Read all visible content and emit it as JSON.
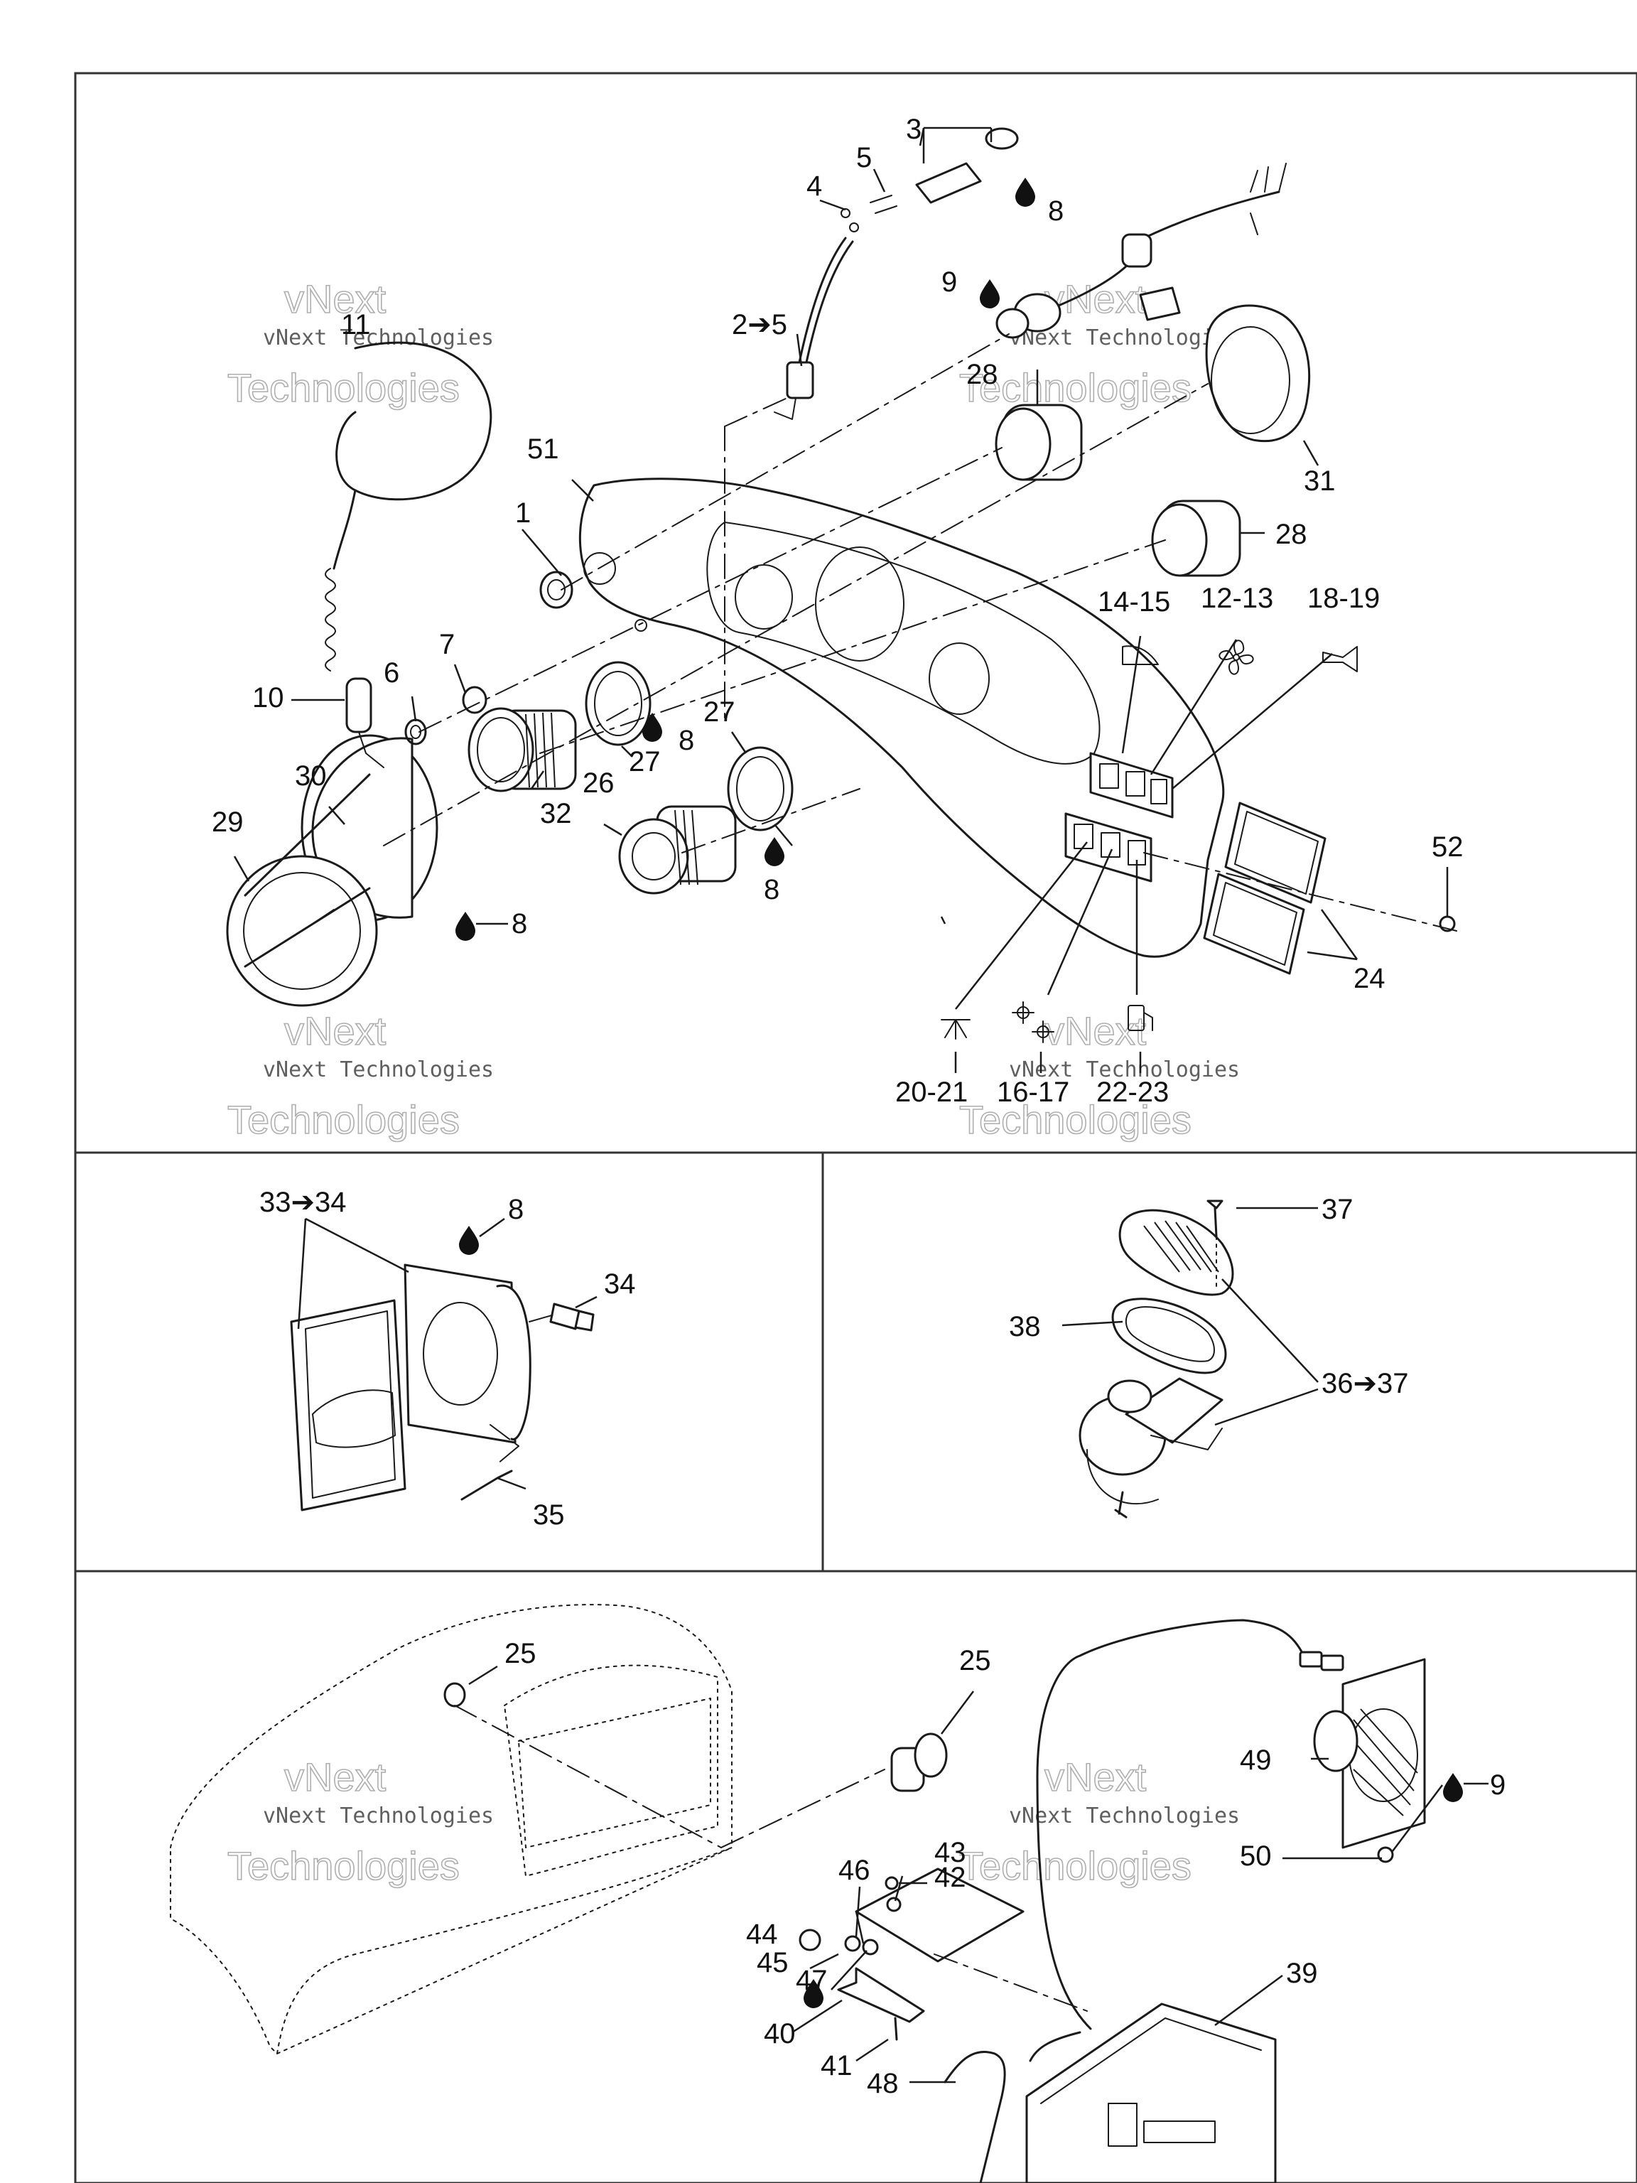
{
  "panels": {
    "instrument_console": {
      "callouts": [
        {
          "id": "c1",
          "text": "1"
        },
        {
          "id": "c2to5",
          "text": "2➔5"
        },
        {
          "id": "c3",
          "text": "3"
        },
        {
          "id": "c4",
          "text": "4"
        },
        {
          "id": "c5",
          "text": "5"
        },
        {
          "id": "c6",
          "text": "6"
        },
        {
          "id": "c7",
          "text": "7"
        },
        {
          "id": "c8a",
          "text": "8"
        },
        {
          "id": "c8b",
          "text": "8"
        },
        {
          "id": "c8c",
          "text": "8"
        },
        {
          "id": "c8d",
          "text": "8"
        },
        {
          "id": "c9",
          "text": "9"
        },
        {
          "id": "c10",
          "text": "10"
        },
        {
          "id": "c11",
          "text": "11"
        },
        {
          "id": "c1213",
          "text": "12-13"
        },
        {
          "id": "c1415",
          "text": "14-15"
        },
        {
          "id": "c1617",
          "text": "16-17"
        },
        {
          "id": "c1819",
          "text": "18-19"
        },
        {
          "id": "c2021",
          "text": "20-21"
        },
        {
          "id": "c2223",
          "text": "22-23"
        },
        {
          "id": "c24",
          "text": "24"
        },
        {
          "id": "c26",
          "text": "26"
        },
        {
          "id": "c27a",
          "text": "27"
        },
        {
          "id": "c27b",
          "text": "27"
        },
        {
          "id": "c28a",
          "text": "28"
        },
        {
          "id": "c28b",
          "text": "28"
        },
        {
          "id": "c29",
          "text": "29"
        },
        {
          "id": "c30",
          "text": "30"
        },
        {
          "id": "c31",
          "text": "31"
        },
        {
          "id": "c32",
          "text": "32"
        },
        {
          "id": "c51",
          "text": "51"
        },
        {
          "id": "c52",
          "text": "52"
        }
      ]
    },
    "vent": {
      "callouts": [
        {
          "id": "v3334",
          "text": "33➔34"
        },
        {
          "id": "v8",
          "text": "8"
        },
        {
          "id": "v34",
          "text": "34"
        },
        {
          "id": "v35",
          "text": "35"
        }
      ]
    },
    "horn_grille": {
      "callouts": [
        {
          "id": "h37",
          "text": "37"
        },
        {
          "id": "h38",
          "text": "38"
        },
        {
          "id": "h3637",
          "text": "36➔37"
        }
      ]
    },
    "stereo": {
      "callouts": [
        {
          "id": "s25a",
          "text": "25"
        },
        {
          "id": "s25b",
          "text": "25"
        },
        {
          "id": "s39",
          "text": "39"
        },
        {
          "id": "s40",
          "text": "40"
        },
        {
          "id": "s41",
          "text": "41"
        },
        {
          "id": "s42",
          "text": "42"
        },
        {
          "id": "s43",
          "text": "43"
        },
        {
          "id": "s44",
          "text": "44"
        },
        {
          "id": "s45",
          "text": "45"
        },
        {
          "id": "s46",
          "text": "46"
        },
        {
          "id": "s47",
          "text": "47"
        },
        {
          "id": "s48",
          "text": "48"
        },
        {
          "id": "s49",
          "text": "49"
        },
        {
          "id": "s50",
          "text": "50"
        },
        {
          "id": "s9",
          "text": "9"
        }
      ]
    }
  },
  "watermark": {
    "line1": "vNext",
    "line2": "vNext Technologies",
    "line3": "Technologies"
  },
  "icons": [
    "adhesive-drop-icon",
    "interior-light-icon",
    "fan-icon",
    "horn-icon",
    "bilge-pump-icon",
    "navigation-light-icon",
    "fuel-pump-icon"
  ]
}
